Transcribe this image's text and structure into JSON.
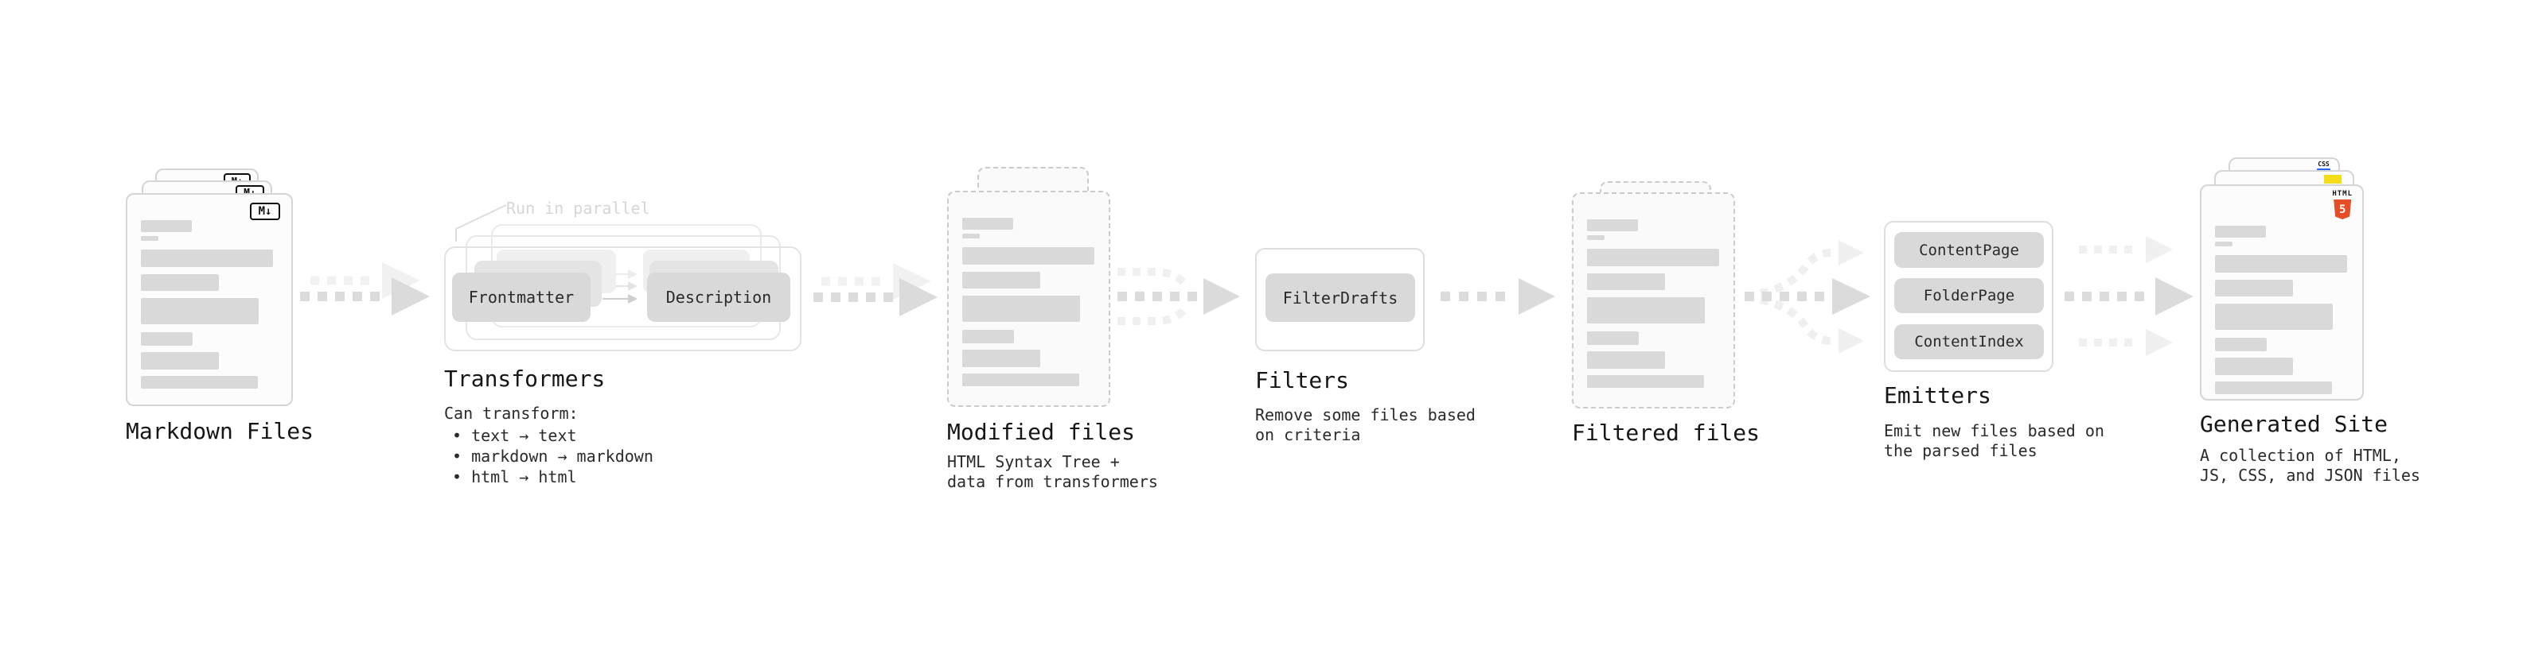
{
  "sections": {
    "markdown": {
      "title": "Markdown Files",
      "icon_label": "M↓"
    },
    "transformers": {
      "title": "Transformers",
      "note": "Run in parallel",
      "pills": [
        "Frontmatter",
        "Description"
      ],
      "desc_heading": "Can transform:",
      "bullets": [
        "• text → text",
        "• markdown → markdown",
        "• html → html"
      ]
    },
    "modified": {
      "title": "Modified files",
      "desc_lines": [
        "HTML Syntax Tree +",
        "data from transformers"
      ]
    },
    "filters": {
      "title": "Filters",
      "pill": "FilterDrafts",
      "desc_lines": [
        "Remove some files based",
        "on criteria"
      ]
    },
    "filtered": {
      "title": "Filtered files"
    },
    "emitters": {
      "title": "Emitters",
      "pills": [
        "ContentPage",
        "FolderPage",
        "ContentIndex"
      ],
      "desc_lines": [
        "Emit new files based on",
        "the parsed files"
      ]
    },
    "generated": {
      "title": "Generated Site",
      "desc_lines": [
        "A collection of HTML,",
        "JS, CSS, and JSON files"
      ],
      "badges": {
        "html_label": "HTML",
        "html5_numeral": "5",
        "css_label": "CSS"
      }
    }
  },
  "colors": {
    "html5_orange": "#e44d26",
    "js_yellow": "#f5de19",
    "css_blue": "#2965f1",
    "pill_gray": "#d9d9d9",
    "bar_gray": "#d9d9d9",
    "arrow_gray": "#dcdcdc",
    "ghost_gray": "#f0f0f0"
  },
  "skeleton": {
    "bars": [
      {
        "w": 64,
        "h": 15,
        "mt": 0
      },
      {
        "w": 22,
        "h": 6,
        "mt": 5
      },
      {
        "w": 166,
        "h": 22,
        "mt": 11
      },
      {
        "w": 98,
        "h": 21,
        "mt": 9
      },
      {
        "w": 148,
        "h": 33,
        "mt": 9
      },
      {
        "w": 65,
        "h": 17,
        "mt": 10
      },
      {
        "w": 98,
        "h": 22,
        "mt": 8
      },
      {
        "w": 147,
        "h": 16,
        "mt": 8
      }
    ]
  }
}
